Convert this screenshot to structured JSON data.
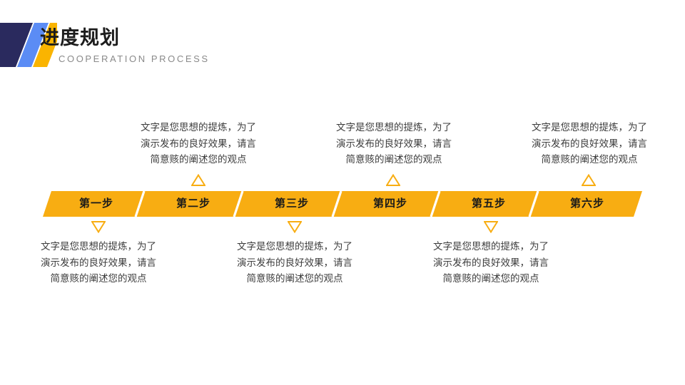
{
  "header": {
    "title": "进度规划",
    "subtitle": "COOPERATION PROCESS",
    "deco_colors": [
      "#2a2a5e",
      "#5b8cf5",
      "#fab400"
    ],
    "deco_name": "header-stripes-decoration"
  },
  "theme": {
    "accent_yellow": "#f8ad12",
    "accent_yellow_dark": "#f0a400",
    "navy": "#2a2a5e",
    "blue": "#5b8cf5",
    "text_dark": "#1c1c1c",
    "text_body": "#3c3c3c",
    "subtitle_gray": "#8a8a8a",
    "separator": "#ffffff",
    "background": "#ffffff"
  },
  "process": {
    "steps": [
      {
        "label": "第一步"
      },
      {
        "label": "第二步"
      },
      {
        "label": "第三步"
      },
      {
        "label": "第四步"
      },
      {
        "label": "第五步"
      },
      {
        "label": "第六步"
      }
    ],
    "callouts_top": [
      {
        "step_index": 2,
        "lines": [
          "文字是您思想的提炼，为了",
          "演示发布的良好效果，请言",
          "简意赅的阐述您的观点"
        ]
      },
      {
        "step_index": 4,
        "lines": [
          "文字是您思想的提炼，为了",
          "演示发布的良好效果，请言",
          "简意赅的阐述您的观点"
        ]
      },
      {
        "step_index": 6,
        "lines": [
          "文字是您思想的提炼，为了",
          "演示发布的良好效果，请言",
          "简意赅的阐述您的观点"
        ]
      }
    ],
    "callouts_bottom": [
      {
        "step_index": 1,
        "lines": [
          "文字是您思想的提炼，为了",
          "演示发布的良好效果，请言",
          "简意赅的阐述您的观点"
        ]
      },
      {
        "step_index": 3,
        "lines": [
          "文字是您思想的提炼，为了",
          "演示发布的良好效果，请言",
          "简意赅的阐述您的观点"
        ]
      },
      {
        "step_index": 5,
        "lines": [
          "文字是您思想的提炼，为了",
          "演示发布的良好效果，请言",
          "简意赅的阐述您的观点"
        ]
      }
    ],
    "markers_up": [
      "triangle-up-icon",
      "triangle-up-icon",
      "triangle-up-icon"
    ],
    "markers_down": [
      "triangle-down-icon",
      "triangle-down-icon",
      "triangle-down-icon"
    ]
  }
}
